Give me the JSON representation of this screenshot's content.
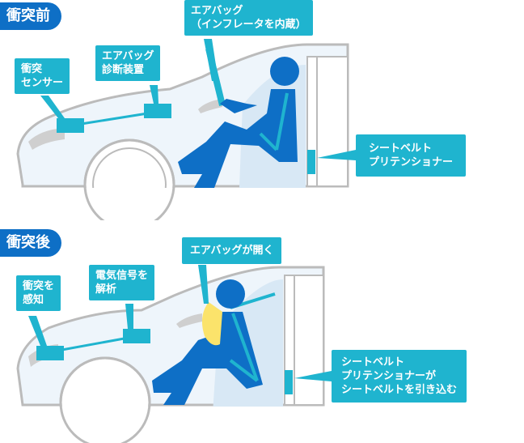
{
  "before": {
    "title": "衝突前",
    "labels": {
      "airbag": "エアバッグ\n（インフレータを内蔵）",
      "sensor": "衝突\nセンサー",
      "diagnostic": "エアバッグ\n診断装置",
      "pretensioner": "シートベルト\nプリテンショナー"
    }
  },
  "after": {
    "title": "衝突後",
    "labels": {
      "airbag": "エアバッグが開く",
      "sensor": "衝突を\n感知",
      "diagnostic": "電気信号を\n解析",
      "pretensioner": "シートベルト\nプリテンショナーが\nシートベルトを引き込む"
    }
  },
  "colors": {
    "pill": "#0e6fc6",
    "label": "#1fb4cf",
    "person": "#0e6fc6",
    "airbag": "#fbe36b",
    "car_fill": "#eef5fb",
    "car_line": "#bbbbbb"
  }
}
